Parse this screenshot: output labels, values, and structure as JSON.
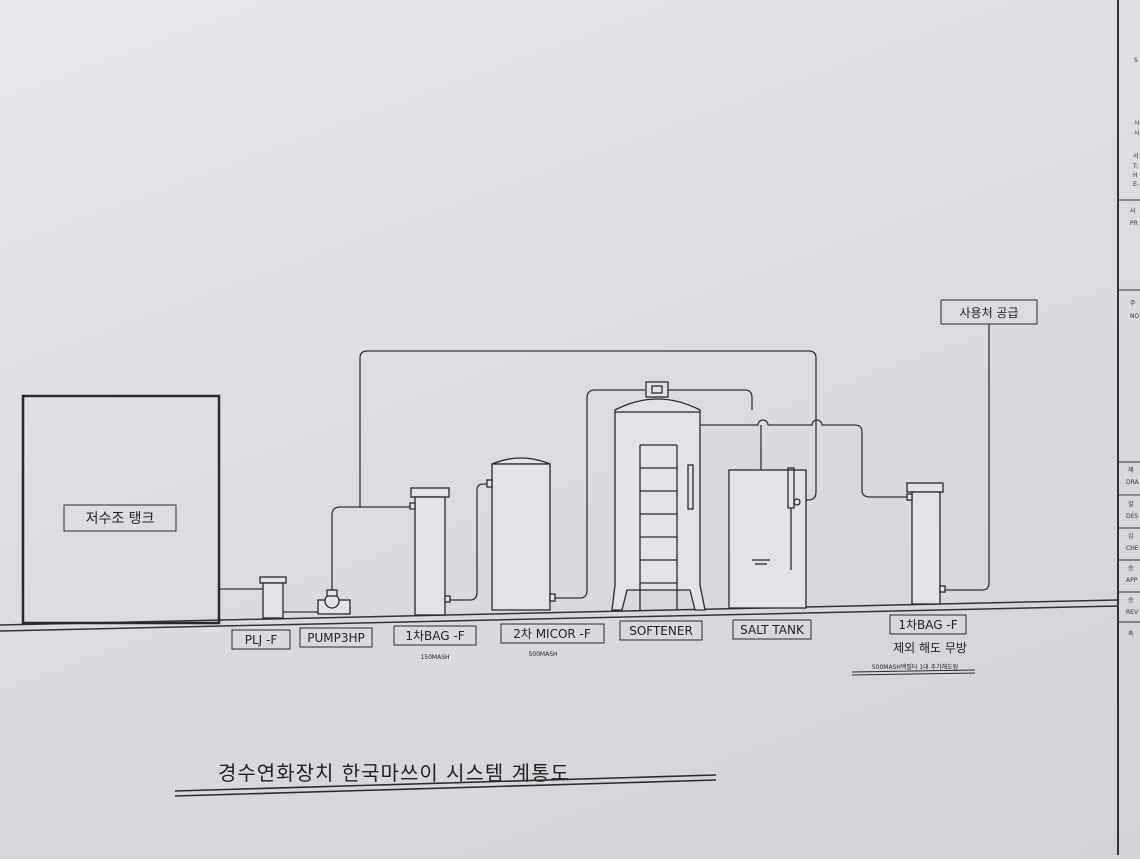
{
  "diagram": {
    "title": "경수연화장치 한국마쓰이 시스템 계통도",
    "reservoir_label": "저수조 탱크",
    "supply_label": "사용처 공급",
    "equipment": [
      {
        "label": "PLJ -F",
        "sub": ""
      },
      {
        "label": "PUMP3HP",
        "sub": ""
      },
      {
        "label": "1차BAG -F",
        "sub": "150MASH"
      },
      {
        "label": "2차 MICOR -F",
        "sub": "500MASH"
      },
      {
        "label": "SOFTENER",
        "sub": ""
      },
      {
        "label": "SALT TANK",
        "sub": ""
      },
      {
        "label": "1차BAG -F",
        "sub": ""
      }
    ],
    "note_main": "제외 해도 무방",
    "note_sub": "500MASH백필터 1대 추가해도됨"
  },
  "title_block": {
    "rows": [
      "S",
      "사",
      "사",
      "서",
      "T:",
      "H",
      "E-",
      "사",
      "PR",
      "주",
      "NO",
      "제",
      "DRA",
      "설",
      "DES",
      "심",
      "CHE",
      "승",
      "APP",
      "승",
      "REV",
      "축"
    ]
  },
  "colors": {
    "paper": "#e3e4e8",
    "ink": "#2a2a2a",
    "line": "#333333"
  }
}
